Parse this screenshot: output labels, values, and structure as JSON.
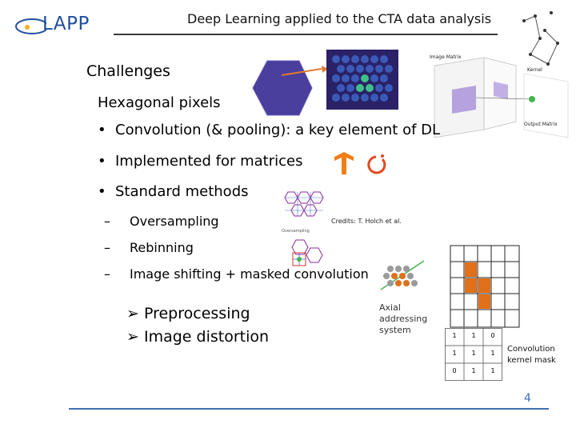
{
  "slide": {
    "title": "Deep Learning applied to the CTA data analysis",
    "logo": "LAPP",
    "page_number": "4",
    "accent": "#3f6fb0"
  },
  "content": {
    "heading": "Challenges",
    "subheading": "Hexagonal pixels",
    "bullets": [
      "Convolution (& pooling): a key element of DL",
      "Implemented for matrices",
      "Standard methods"
    ],
    "methods": [
      "Oversampling",
      "Rebinning",
      "Image shifting + masked convolution"
    ],
    "approaches": [
      "Preprocessing",
      "Image distortion"
    ]
  },
  "figures": {
    "credits": "Credits: T. Holch et al.",
    "axial_label": "Axial addressing system",
    "kernel_label": "Convolution kernel mask",
    "kernel_mask": [
      [
        "1",
        "1",
        "0"
      ],
      [
        "1",
        "1",
        "1"
      ],
      [
        "0",
        "1",
        "1"
      ]
    ],
    "conv_labels": {
      "image": "Image Matrix",
      "kernel": "Kernel",
      "output": "Output Matrix"
    },
    "oversampling_caption": "Oversampling",
    "icons": [
      "tensorflow-icon",
      "pytorch-icon"
    ]
  }
}
